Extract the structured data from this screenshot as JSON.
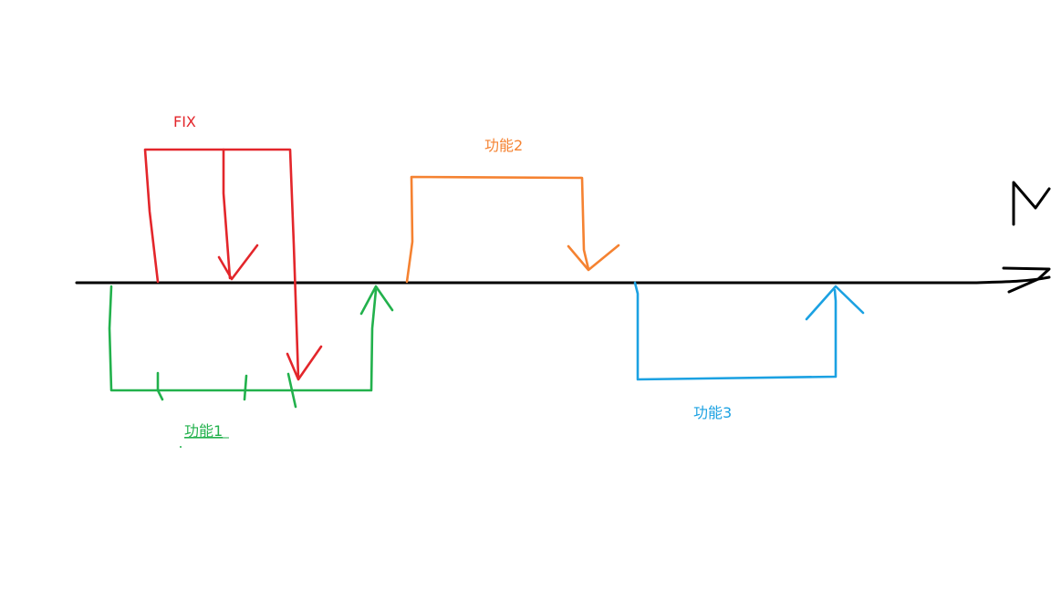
{
  "labels": {
    "fix": "FIX",
    "feature2": "功能2",
    "feature1": "功能1",
    "feature3": "功能3"
  },
  "colors": {
    "mainline": "#000000",
    "fix": "#e3262b",
    "feature1": "#22b14c",
    "feature2": "#f58231",
    "feature3": "#1ba1e2"
  }
}
